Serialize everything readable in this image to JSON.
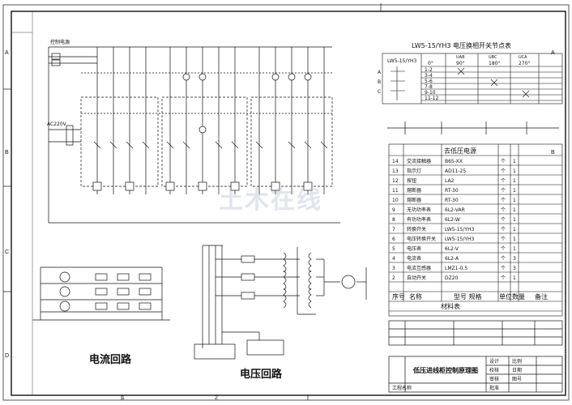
{
  "frame": {
    "zones_left": [
      "A",
      "B",
      "C",
      "D"
    ],
    "zones_bottom": [
      "1",
      "2"
    ]
  },
  "switch_table": {
    "title": "LW5-15/YH3 电压换相开关节点表",
    "model": "LW5-15/YH3",
    "angles": [
      "0°",
      "90°",
      "180°",
      "270°"
    ],
    "phase_labels": [
      "UAB",
      "UBC",
      "UCA"
    ],
    "contacts": [
      "1-2",
      "3-4",
      "5-6",
      "7-8",
      "9-10",
      "11-12"
    ]
  },
  "bom": {
    "section_title": "去低压电源",
    "header": [
      "序号",
      "名称",
      "型号 规格",
      "单位",
      "数量",
      "备注"
    ],
    "footer_label": "材料表",
    "rows": [
      {
        "no": "14",
        "name": "交流接触器",
        "spec": "B65-XX",
        "unit": "个",
        "qty": "1"
      },
      {
        "no": "13",
        "name": "指示灯",
        "spec": "AD11-25",
        "unit": "个",
        "qty": "1"
      },
      {
        "no": "12",
        "name": "按钮",
        "spec": "LA2",
        "unit": "个",
        "qty": "1"
      },
      {
        "no": "11",
        "name": "熔断器",
        "spec": "RT-30",
        "unit": "个",
        "qty": "1"
      },
      {
        "no": "10",
        "name": "熔断器",
        "spec": "RT-30",
        "unit": "个",
        "qty": "1"
      },
      {
        "no": "9",
        "name": "无功功率表",
        "spec": "6L2-VAR",
        "unit": "个",
        "qty": "1"
      },
      {
        "no": "8",
        "name": "有功功率表",
        "spec": "6L2-W",
        "unit": "个",
        "qty": "1"
      },
      {
        "no": "7",
        "name": "转换开关",
        "spec": "LW5-15/YH3",
        "unit": "个",
        "qty": "1"
      },
      {
        "no": "6",
        "name": "电压转换开关",
        "spec": "LW5-15/YH3",
        "unit": "个",
        "qty": "1"
      },
      {
        "no": "5",
        "name": "电压表",
        "spec": "6L2-V",
        "unit": "个",
        "qty": "1"
      },
      {
        "no": "4",
        "name": "电流表",
        "spec": "6L2-A",
        "unit": "个",
        "qty": "3"
      },
      {
        "no": "3",
        "name": "电流互感器",
        "spec": "LMZ1-0.5",
        "unit": "个",
        "qty": "3"
      },
      {
        "no": "2",
        "name": "自动开关",
        "spec": "DZ20",
        "unit": "个",
        "qty": "1"
      }
    ]
  },
  "title_block": {
    "drawing_title": "低压进线柜控制原理图",
    "cells": [
      "设计",
      "校核",
      "审核",
      "批准",
      "工程名称",
      "比例",
      "日期",
      "图号"
    ]
  },
  "labels": {
    "current_loop": "电流回路",
    "voltage_loop": "电压回路",
    "supply": "AC220V",
    "top_bus": "控制电源",
    "watermark": "土木在线"
  }
}
